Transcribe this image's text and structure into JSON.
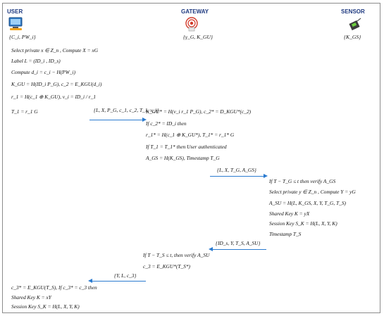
{
  "entities": {
    "user": {
      "title": "USER",
      "keys": "{C_i, PW_i}"
    },
    "gateway": {
      "title": "GATEWAY",
      "keys": "{γ_G, K_GU}"
    },
    "sensor": {
      "title": "SENSOR",
      "keys": "{K_GS}"
    }
  },
  "user_block": [
    "Select private x ∈ Z_n , Compute X = xG",
    "Label L = (ID_i , ID_s)",
    "Compute d_i = c_i − H(PW_i)",
    "K_GU = H(ID_i P_G),  c_2 = E_KGU(d_i)",
    "r_1 = H(c_1 ⊕ K_GU),  v_i = ID_i / r_1",
    "T_1 = r_1 G"
  ],
  "gateway_block_1": [
    "K_GU* = H(v_i r_1 P_G),  c_2* = D_KGU*(c_2)",
    "If c_2* = ID_i then",
    "r_1* = H(c_1 ⊕ K_GU*),  T_1* = r_1* G",
    "If T_1 = T_1* then User authenticated",
    "A_GS = H(K_GS),  Timestamp T_G"
  ],
  "sensor_block": [
    "If T − T_G ≤ t then verify A_GS",
    "Select private y ∈ Z_n , Compute Y = yG",
    "A_SU = H(L, K_GS, X, Y, T_G, T_S)",
    "Shared Key K = yX",
    "Session Key S_K = H(L, X, Y, K)",
    "Timestamp T_S"
  ],
  "gateway_block_2": [
    "If T − T_S ≤ t, then verify A_SU",
    "c_3 = E_KGU*(T_S*)"
  ],
  "user_final": [
    "c_3* = E_KGU(T_S),  If c_3* = c_3 then",
    "Shared Key K = xY",
    "Session Key S_K = H(L, X, Y, K)"
  ],
  "messages": {
    "m1": "{L, X, P_G, c_1, c_2, T_1, v_i}",
    "m2": "{L, X, T_G, A_GS}",
    "m3": "{ID_s, Y, T_S, A_SU}",
    "m4": "{Y, L, c_3}"
  },
  "icons": {
    "user": "computer-icon",
    "gateway": "wireless-router-icon",
    "sensor": "sensor-node-icon"
  },
  "colors": {
    "header": "#1f3a80",
    "arrow": "#2b7bd0",
    "border": "#8c8c8c"
  }
}
